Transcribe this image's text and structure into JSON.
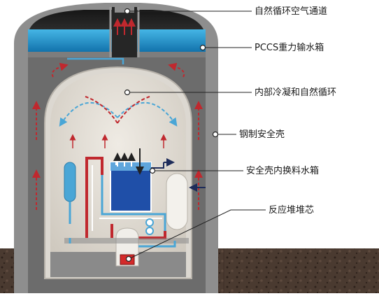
{
  "labels": {
    "natural_circulation_air_channel": "自然循环空气通道",
    "pccs_gravity_water_tank": "PCCS重力输水箱",
    "internal_condensation_natural_circulation": "内部冷凝和自然循环",
    "steel_containment": "钢制安全壳",
    "in_containment_refueling_water_tank": "安全壳内换料水箱",
    "reactor_core": "反应堆堆芯"
  },
  "colors": {
    "concrete": "#8f8f8f",
    "concrete_dark": "#6f6f6f",
    "air_dark": "#2a2a2a",
    "water": "#1e8fc6",
    "steel_shell": "#d9d6d0",
    "inner_space": "#e2ddd5",
    "hot_pipe": "#c0282e",
    "cold_pipe": "#4aa6d6",
    "tank_blue": "#1f4fa8",
    "ground": "#3a2a22"
  }
}
